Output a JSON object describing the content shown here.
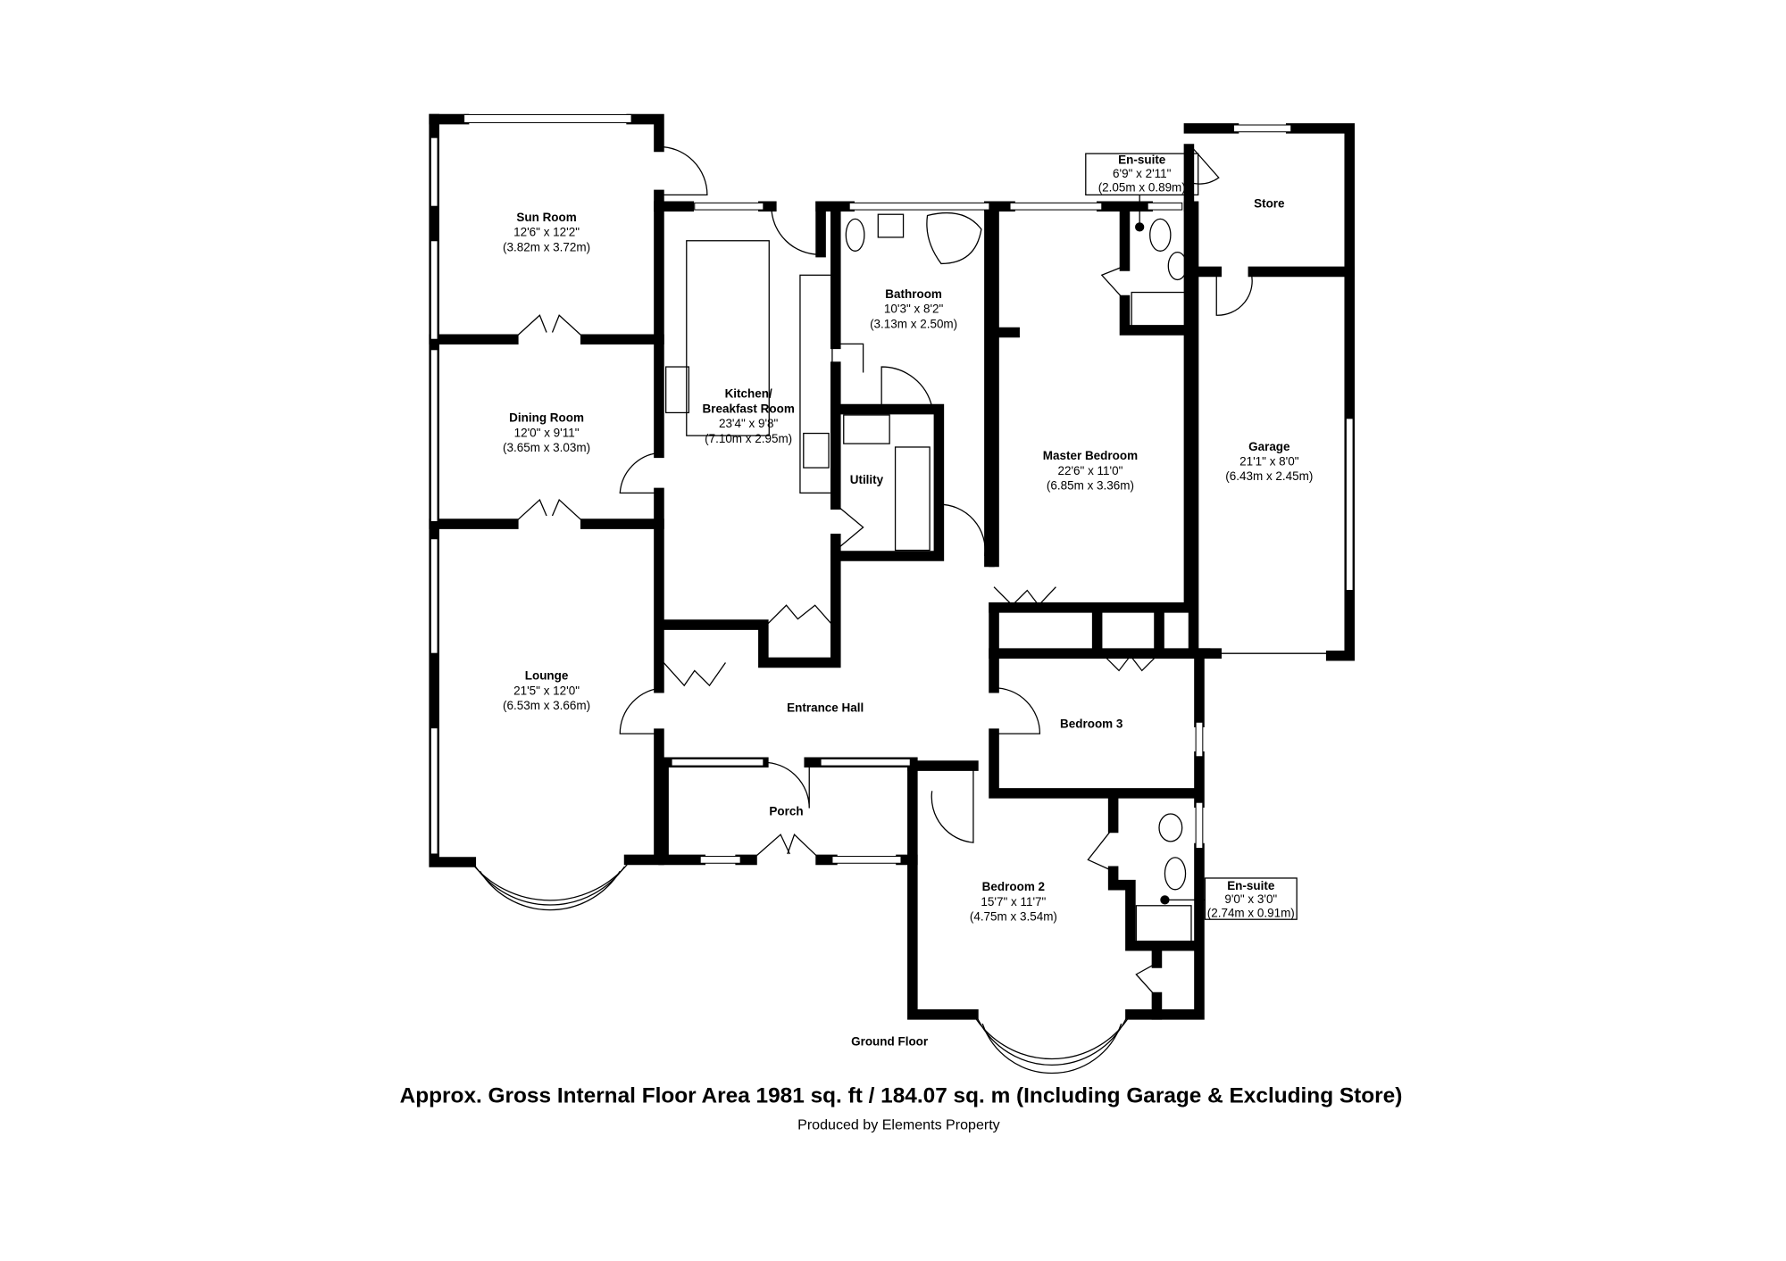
{
  "rooms": {
    "sun_room": {
      "name": "Sun Room",
      "imperial": "12'6\" x 12'2\"",
      "metric": "(3.82m x 3.72m)"
    },
    "dining_room": {
      "name": "Dining Room",
      "imperial": "12'0\" x 9'11\"",
      "metric": "(3.65m x 3.03m)"
    },
    "lounge": {
      "name": "Lounge",
      "imperial": "21'5\" x 12'0\"",
      "metric": "(6.53m x 3.66m)"
    },
    "kitchen": {
      "name_line1": "Kitchen/",
      "name_line2": "Breakfast Room",
      "imperial": "23'4\" x 9'8\"",
      "metric": "(7.10m x 2.95m)"
    },
    "bathroom": {
      "name": "Bathroom",
      "imperial": "10'3\" x 8'2\"",
      "metric": "(3.13m x 2.50m)"
    },
    "utility": {
      "name": "Utility"
    },
    "master_bedroom": {
      "name": "Master Bedroom",
      "imperial": "22'6\" x 11'0\"",
      "metric": "(6.85m x 3.36m)"
    },
    "ensuite_1": {
      "name": "En-suite",
      "imperial": "6'9\" x 2'11\"",
      "metric": "(2.05m x 0.89m)"
    },
    "store": {
      "name": "Store"
    },
    "garage": {
      "name": "Garage",
      "imperial": "21'1\" x 8'0\"",
      "metric": "(6.43m x 2.45m)"
    },
    "entrance_hall": {
      "name": "Entrance Hall"
    },
    "bedroom_3": {
      "name": "Bedroom 3"
    },
    "porch": {
      "name": "Porch"
    },
    "bedroom_2": {
      "name": "Bedroom 2",
      "imperial": "15'7\" x 11'7\"",
      "metric": "(4.75m x 3.54m)"
    },
    "ensuite_2": {
      "name": "En-suite",
      "imperial": "9'0\" x 3'0\"",
      "metric": "(2.74m x 0.91m)"
    }
  },
  "floor_label": "Ground Floor",
  "footer": {
    "area": "Approx. Gross Internal Floor Area 1981 sq. ft / 184.07 sq. m (Including Garage & Excluding Store)",
    "credit": "Produced by Elements Property"
  }
}
